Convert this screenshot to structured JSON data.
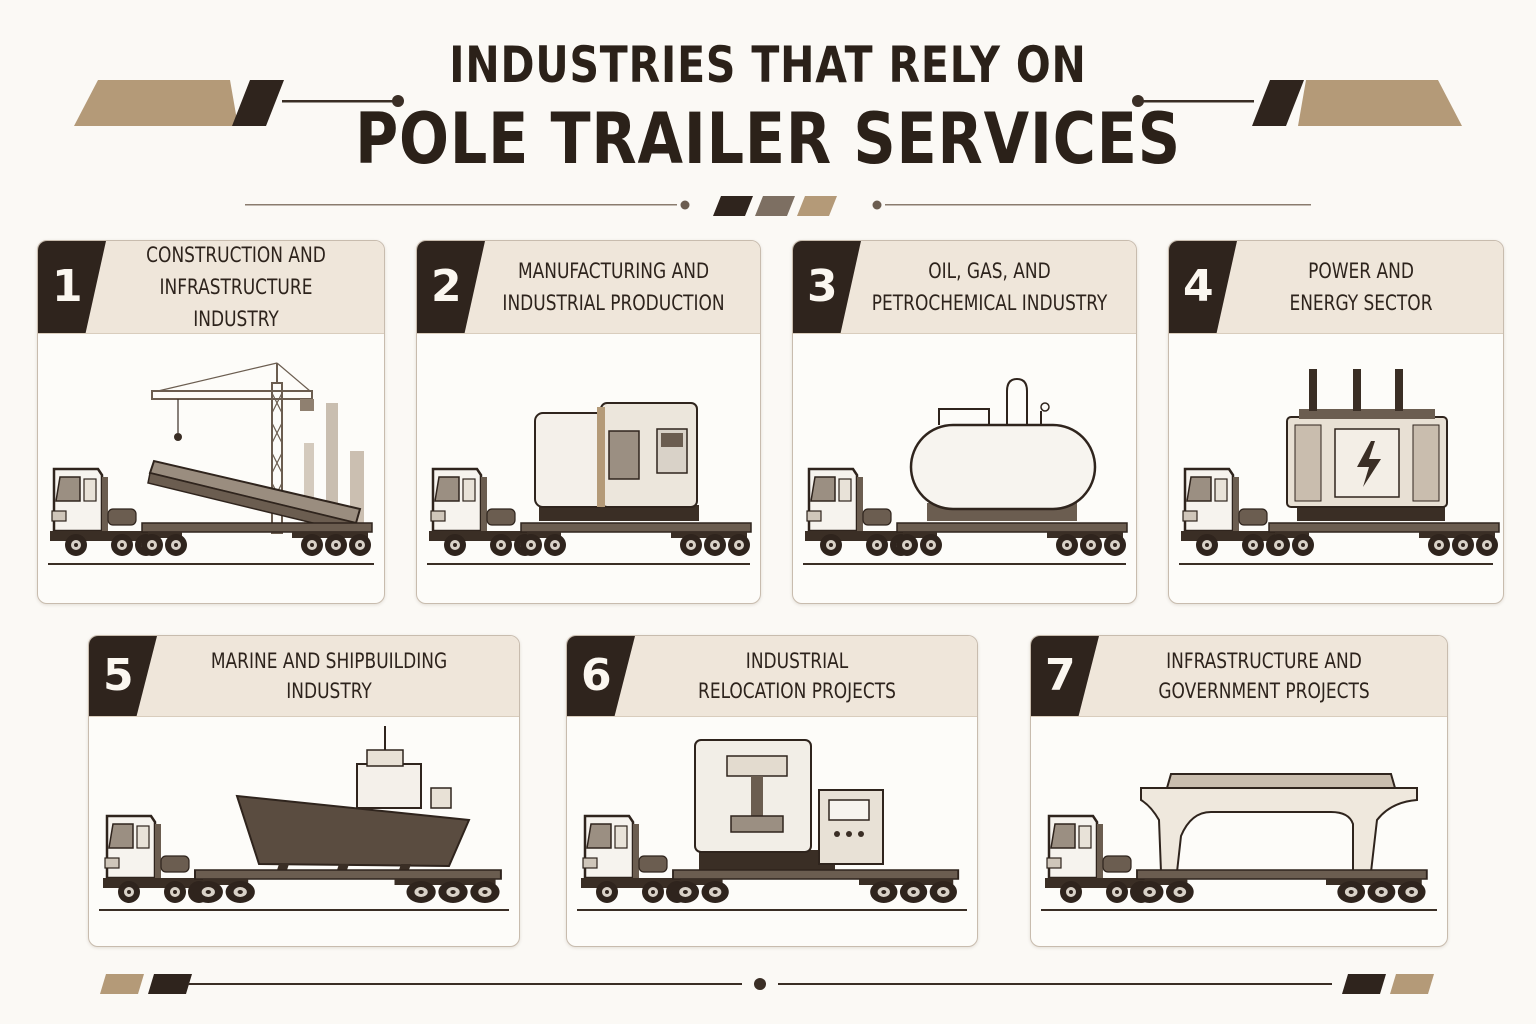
{
  "title_line1": "INDUSTRIES THAT RELY ON",
  "title_line2": "POLE TRAILER SERVICES",
  "cards": [
    {
      "number": "1",
      "label": "CONSTRUCTION AND\nINFRASTRUCTURE INDUSTRY",
      "illustration": "steel-beam-crane-icon"
    },
    {
      "number": "2",
      "label": "MANUFACTURING AND\nINDUSTRIAL PRODUCTION",
      "illustration": "cnc-machine-icon"
    },
    {
      "number": "3",
      "label": "OIL, GAS, AND\nPETROCHEMICAL INDUSTRY",
      "illustration": "storage-tank-icon"
    },
    {
      "number": "4",
      "label": "POWER AND\nENERGY SECTOR",
      "illustration": "transformer-icon"
    },
    {
      "number": "5",
      "label": "MARINE AND SHIPBUILDING\nINDUSTRY",
      "illustration": "ship-hull-icon"
    },
    {
      "number": "6",
      "label": "INDUSTRIAL\nRELOCATION PROJECTS",
      "illustration": "press-machine-icon"
    },
    {
      "number": "7",
      "label": "INFRASTRUCTURE AND\nGOVERNMENT PROJECTS",
      "illustration": "bridge-girder-icon"
    }
  ],
  "colors": {
    "dark": "#2f241d",
    "tan": "#b49a78",
    "header": "#efe6da",
    "background": "#fbf9f5"
  }
}
